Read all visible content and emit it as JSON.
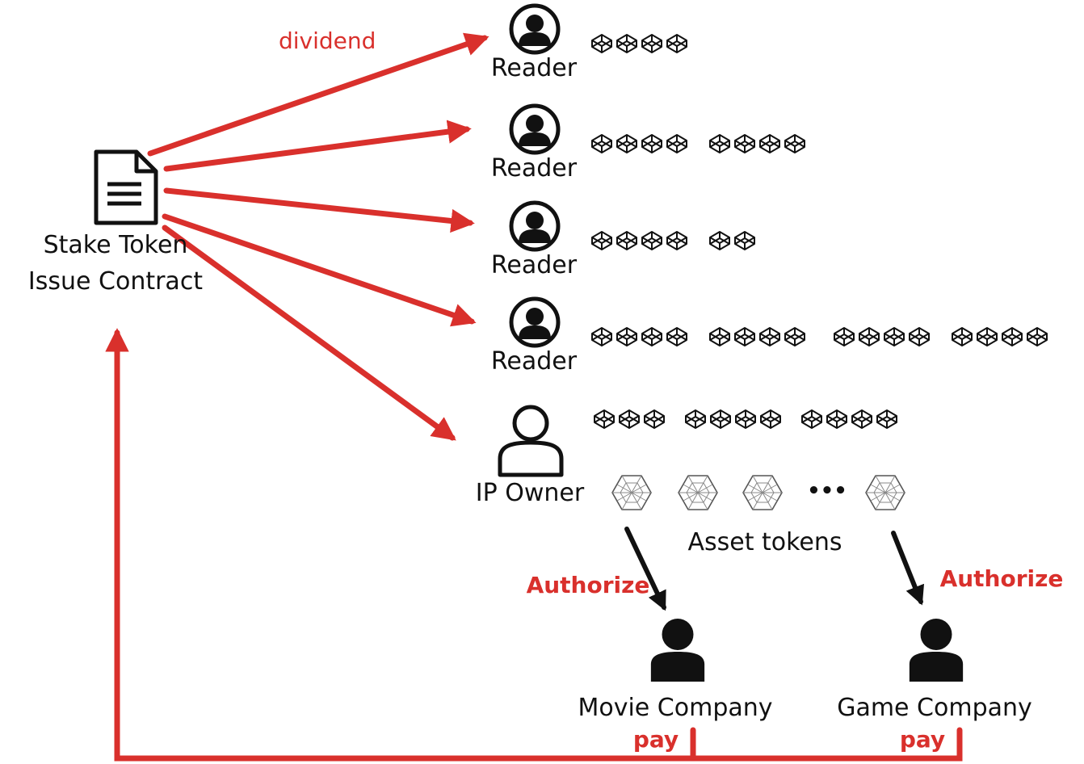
{
  "contract": {
    "line1": "Stake Token",
    "line2": "Issue Contract"
  },
  "dividend_label": "dividend",
  "readers": [
    {
      "label": "Reader",
      "token_groups": [
        4
      ]
    },
    {
      "label": "Reader",
      "token_groups": [
        4,
        4
      ]
    },
    {
      "label": "Reader",
      "token_groups": [
        4,
        2
      ]
    },
    {
      "label": "Reader",
      "token_groups": [
        4,
        4,
        4,
        4
      ]
    }
  ],
  "ip_owner": {
    "label": "IP Owner",
    "token_groups": [
      3,
      4,
      4
    ]
  },
  "asset_tokens": {
    "label": "Asset tokens",
    "ellipsis": "•••"
  },
  "authorize_labels": [
    "Authorize",
    "Authorize"
  ],
  "companies": [
    {
      "label": "Movie Company"
    },
    {
      "label": "Game Company"
    }
  ],
  "pay_labels": [
    "pay",
    "pay"
  ],
  "colors": {
    "arrow_red": "#d9302c",
    "ink": "#111111",
    "label_red": "#d9302c"
  },
  "icons": {
    "contract": "document-icon",
    "reader": "user-circle-icon",
    "ip_owner": "user-outline-icon",
    "company": "user-solid-icon",
    "stake_token": "codepen-cube-icon",
    "asset_token": "hexagon-token-icon"
  }
}
